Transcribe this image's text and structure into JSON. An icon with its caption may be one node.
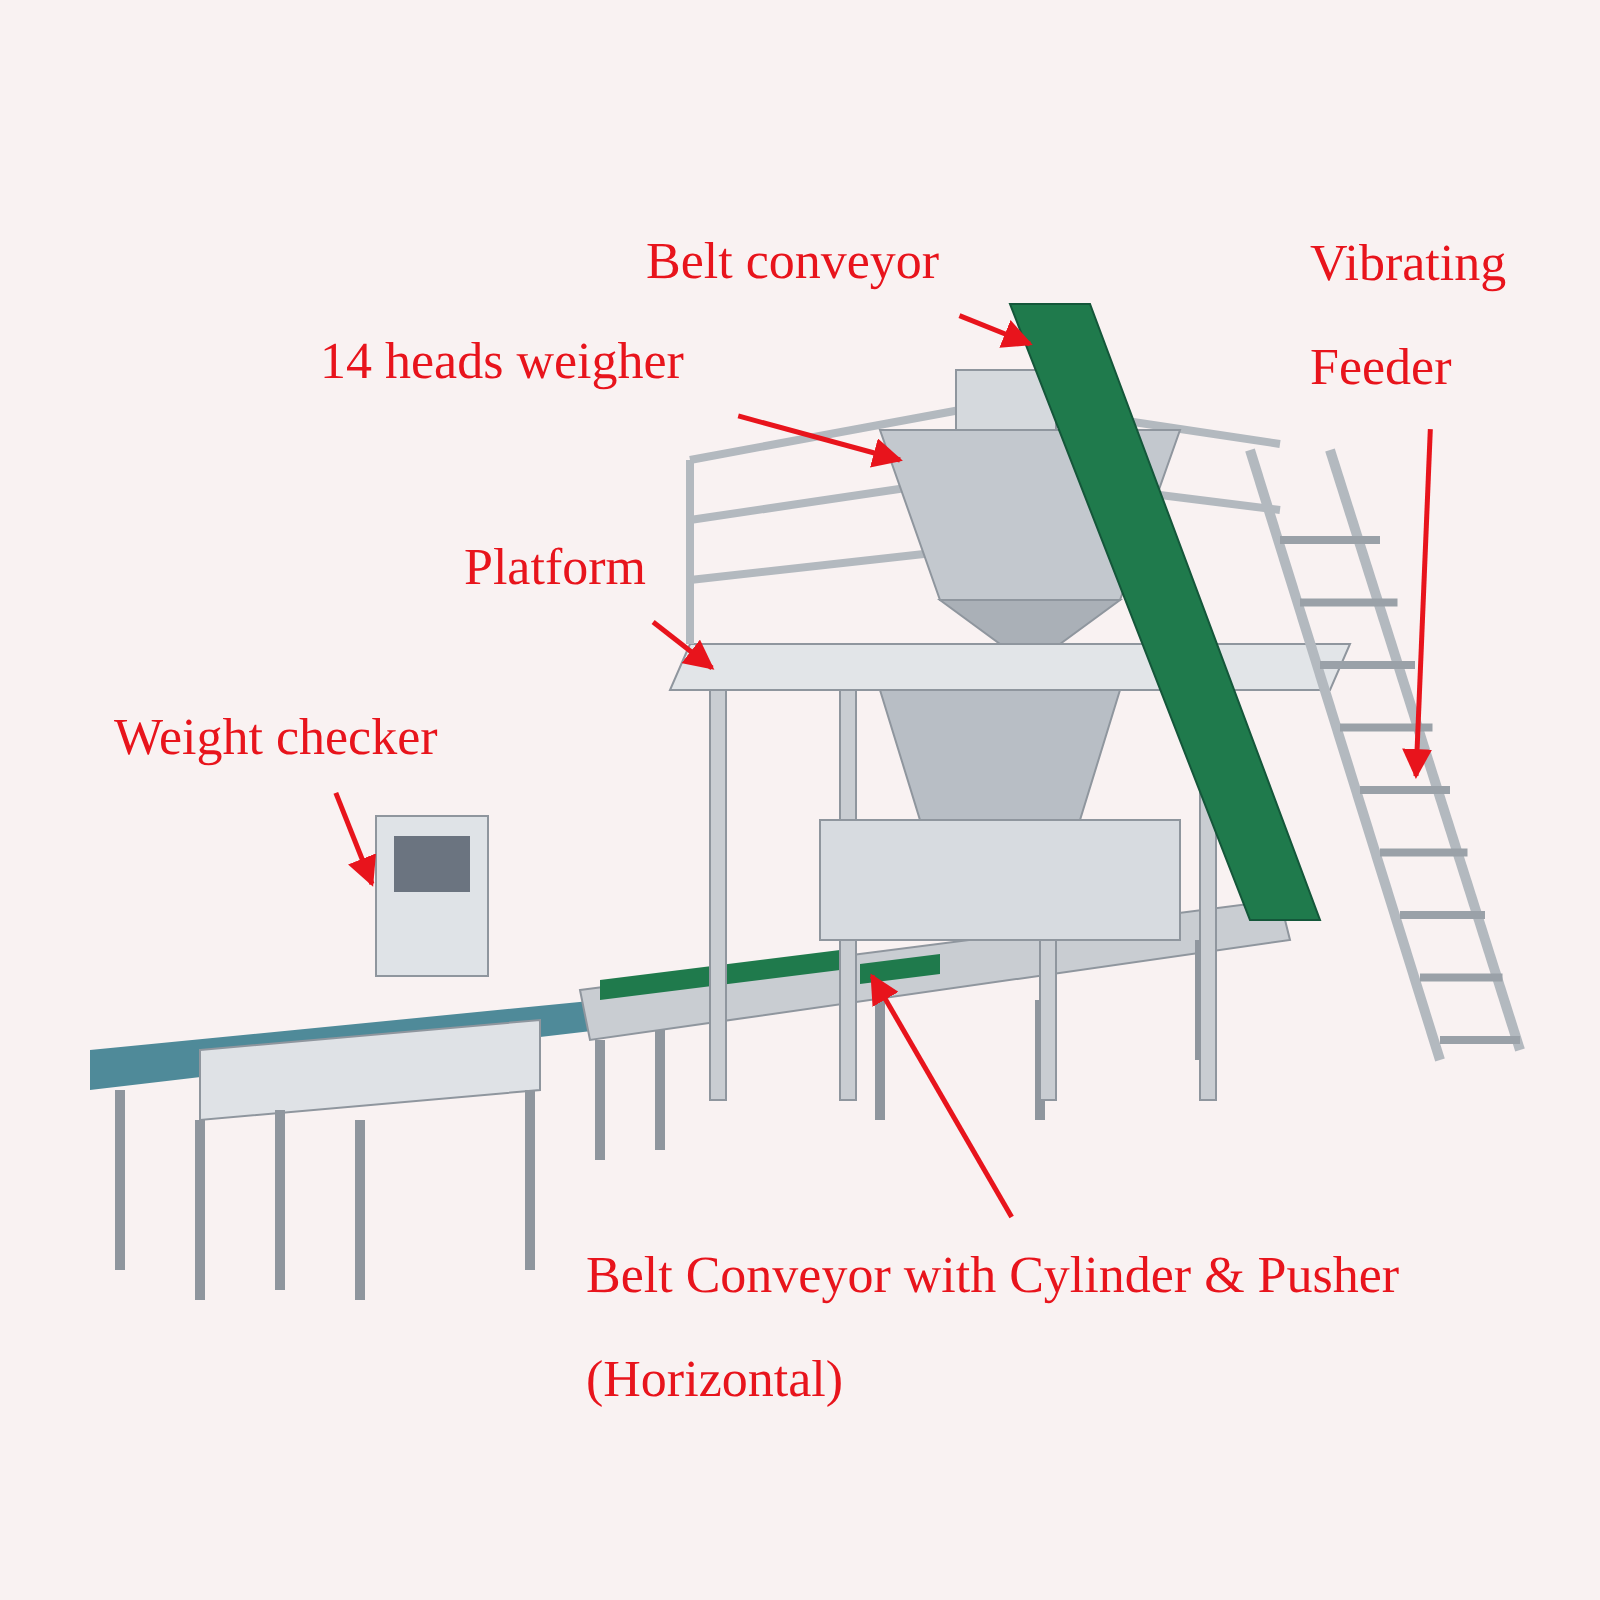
{
  "diagram": {
    "nodes": [
      {
        "text": [
          "Belt conveyor"
        ]
      },
      {
        "text": [
          "14 heads weigher"
        ]
      },
      {
        "text": [
          "Platform"
        ]
      },
      {
        "text": [
          "Weight checker"
        ]
      },
      {
        "text": [
          "Vibrating Feeder"
        ]
      },
      {
        "text": [
          "Belt Conveyor with Cylinder & Pusher (Horizontal)"
        ]
      }
    ],
    "edges": [
      {
        "from": 0,
        "to": null,
        "arrow": "to"
      },
      {
        "from": 1,
        "to": null,
        "arrow": "to"
      },
      {
        "from": 2,
        "to": null,
        "arrow": "to"
      },
      {
        "from": 3,
        "to": null,
        "arrow": "to"
      },
      {
        "from": 4,
        "to": null,
        "arrow": "to"
      },
      {
        "from": 5,
        "to": null,
        "arrow": "to"
      }
    ]
  }
}
